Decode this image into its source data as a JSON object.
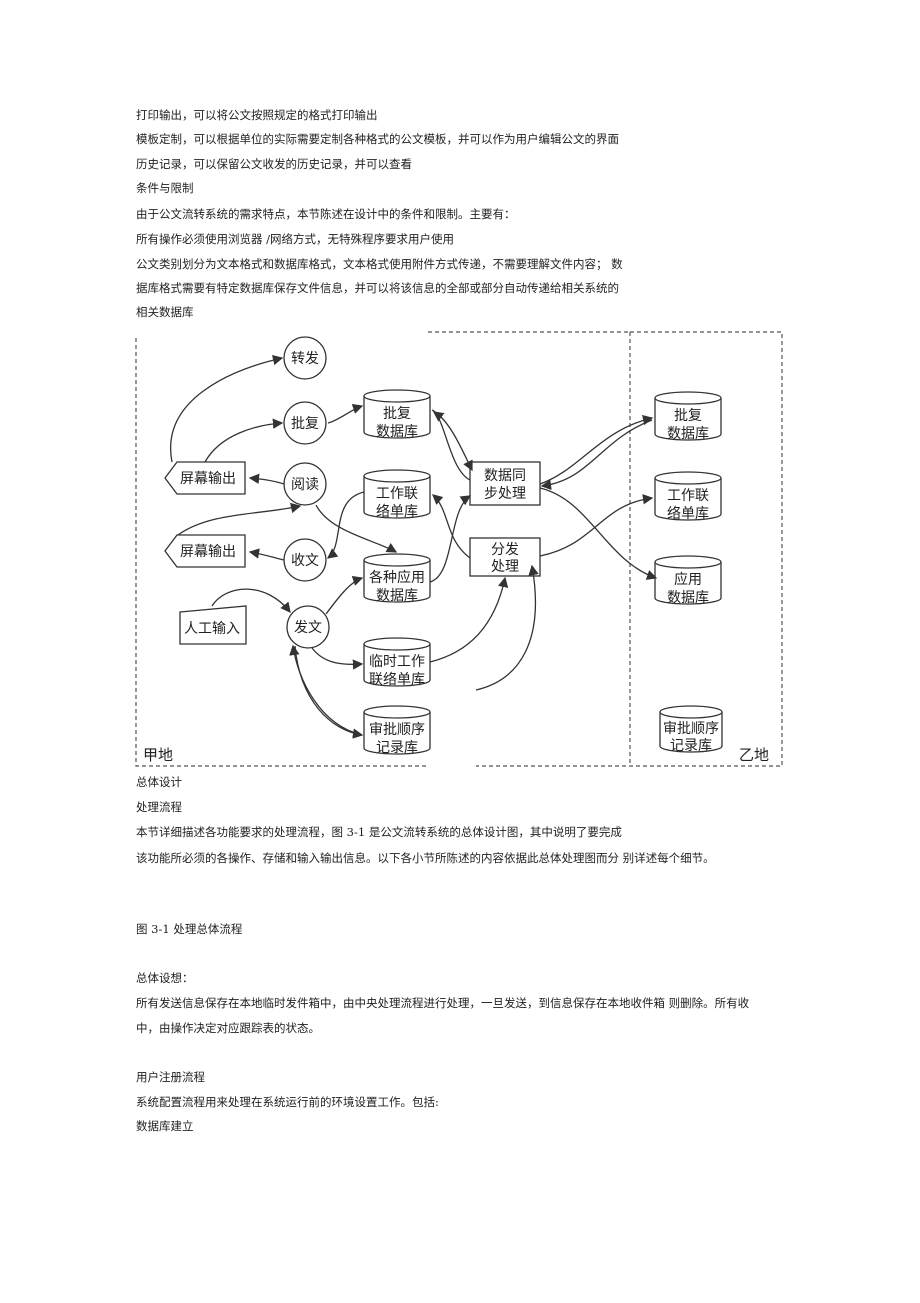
{
  "text_top": [
    "打印输出，可以将公文按照规定的格式打印输出",
    "模板定制，可以根据单位的实际需要定制各种格式的公文模板，并可以作为用户编辑公文的界面",
    "历史记录，可以保留公文收发的历史记录，并可以查看",
    "条件与限制",
    "由于公文流转系统的需求特点，本节陈述在设计中的条件和限制。主要有：",
    "所有操作必须使用浏览器  /网络方式，无特殊程序要求用户使用",
    "公文类别划分为文本格式和数据库格式，文本格式使用附件方式传递，不需要理解文件内容；   数",
    "据库格式需要有特定数据库保存文件信息，并可以将该信息的全部或部分自动传递给相关系统的",
    "相关数据库"
  ],
  "diagram": {
    "area_a": "甲地",
    "area_b": "乙地",
    "circles": {
      "forward": "转发",
      "reply": "批复",
      "read": "阅读",
      "receive": "收文",
      "send": "发文"
    },
    "screen_output_1": "屏幕输出",
    "screen_output_2": "屏幕输出",
    "manual_input": "人工输入",
    "db_a": {
      "reply_1": "批复",
      "reply_2": "数据库",
      "contact_1": "工作联",
      "contact_2": "络单库",
      "apps_1": "各种应用",
      "apps_2": "数据库",
      "temp_1": "临时工作",
      "temp_2": "联络单库",
      "approval_1": "审批顺序",
      "approval_2": "记录库"
    },
    "sync_1": "数据同",
    "sync_2": "步处理",
    "dist_1": "分发",
    "dist_2": "处理",
    "db_b": {
      "reply_1": "批复",
      "reply_2": "数据库",
      "contact_1": "工作联",
      "contact_2": "络单库",
      "apps_1": "应用",
      "apps_2": "数据库",
      "approval_1": "审批顺序",
      "approval_2": "记录库"
    }
  },
  "text_mid": [
    "总体设计",
    "处理流程",
    "本节详细描述各功能要求的处理流程，图 3-1 是公文流转系统的总体设计图，其中说明了要完成",
    "该功能所必须的各操作、存储和输入输出信息。以下各小节所陈述的内容依据此总体处理图而分  别详述每个细节。"
  ],
  "figure_caption": "图 3-1 处理总体流程",
  "text_bottom": [
    "总体设想：",
    "所有发送信息保存在本地临时发件箱中，由中央处理流程进行处理，一旦发送，到信息保存在本地收件箱   则删除。所有收",
    "中，由操作决定对应跟踪表的状态。",
    "用户注册流程",
    "系统配置流程用来处理在系统运行前的环境设置工作。包括:",
    "数据库建立"
  ]
}
